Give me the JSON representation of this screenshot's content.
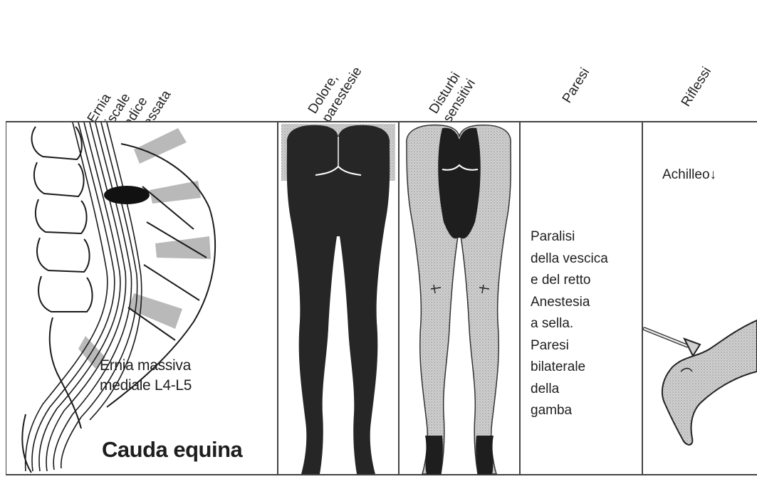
{
  "headers": [
    {
      "lines": [
        "Ernia",
        "discale",
        "e radice",
        "interessata"
      ]
    },
    {
      "lines": [
        "Dolore,",
        "parestesie"
      ]
    },
    {
      "lines": [
        "Disturbi",
        "sensitivi"
      ]
    },
    {
      "lines": [
        "Paresi"
      ]
    },
    {
      "lines": [
        "Riflessi"
      ]
    }
  ],
  "spine_panel": {
    "herniation_label": [
      "Ernia massiva",
      "mediale L4-L5"
    ],
    "title": "Cauda equina"
  },
  "paresis_panel": {
    "lines": [
      "Paralisi",
      "della vescica",
      "e del retto",
      "Anestesia",
      "a sella.",
      "Paresi",
      "bilaterale",
      "della",
      "gamba"
    ]
  },
  "reflex_panel": {
    "label": "Achilleo↓"
  },
  "colors": {
    "ink": "#1a1a1a",
    "dark_fill": "#262626",
    "stipple_fill": "#c8c8c8",
    "frame": "#444444"
  },
  "icons": [
    "spine-icon",
    "legs-pain-icon",
    "legs-sensory-icon",
    "reflex-hammer-icon",
    "foot-icon"
  ]
}
